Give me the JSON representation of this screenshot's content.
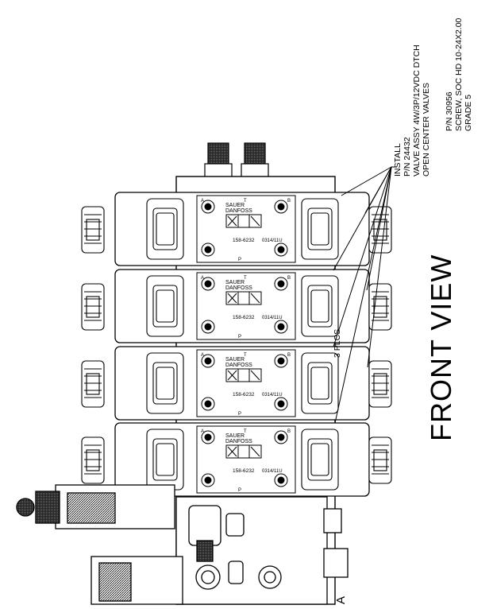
{
  "title": "FRONT VIEW",
  "qty_note": "3 PLCS",
  "corner_label": "A",
  "callouts": {
    "install": [
      "INSTALL",
      "P/N 24432",
      "VALVE ASSY 4W/3P/12VDC DTCH",
      "OPEN CENTER VALVES"
    ],
    "screw": [
      "P/N 30956",
      "SCREW, SOC HD 10-24X2.00",
      "GRADE 5"
    ]
  },
  "valve_count": 4,
  "valve_labels": {
    "brand_top": "SAUER",
    "brand_bottom": "DANFOSS",
    "port_a": "A",
    "port_t": "T",
    "port_b": "B",
    "port_p": "P",
    "part_no": "158-6232",
    "date_code": "0314/11U"
  }
}
